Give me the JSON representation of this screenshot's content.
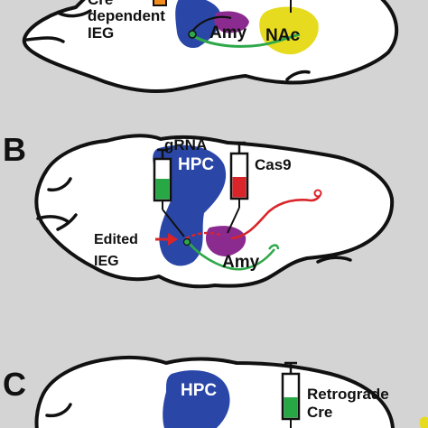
{
  "panels": {
    "A": {
      "letter": "",
      "labels": {
        "cre_line1": "Cre",
        "cre_line2": "dependent",
        "cre_line3": "IEG",
        "amy": "Amy",
        "nac": "NAc"
      }
    },
    "B": {
      "letter": "B",
      "labels": {
        "grna": "gRNA",
        "hpc": "HPC",
        "cas9": "Cas9",
        "edited": "Edited",
        "ieg": "IEG",
        "amy": "Amy"
      }
    },
    "C": {
      "letter": "C",
      "labels": {
        "hpc": "HPC",
        "retro1": "Retrograde",
        "retro2": "Cre"
      }
    }
  },
  "colors": {
    "background": "#d4d4d4",
    "hpc": "#2a47a8",
    "amy": "#8b2b8f",
    "nac": "#e6db1f",
    "green_tract": "#2ea84a",
    "red_tract": "#d9252a",
    "orange": "#f28c1c",
    "syringe_green": "#27a844",
    "syringe_red": "#d9252a"
  },
  "icons": [
    "syringe-icon",
    "arrow-icon"
  ]
}
